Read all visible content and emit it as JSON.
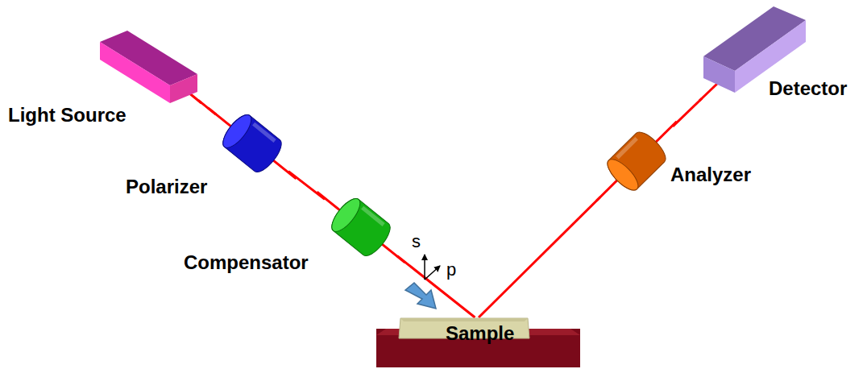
{
  "diagram": {
    "nodes": [
      {
        "text": [
          "Light Source"
        ]
      },
      {
        "text": [
          "Polarizer"
        ]
      },
      {
        "text": [
          "Compensator"
        ]
      },
      {
        "text": [
          "Sample"
        ]
      },
      {
        "text": [
          "Analyzer"
        ]
      },
      {
        "text": [
          "Detector"
        ]
      }
    ],
    "edges": [
      {
        "from": 0,
        "to": 1,
        "arrow": "none"
      },
      {
        "from": 1,
        "to": 2,
        "arrow": "none"
      },
      {
        "from": 2,
        "to": 3,
        "arrow": "none"
      },
      {
        "from": 3,
        "to": 4,
        "arrow": "none"
      },
      {
        "from": 4,
        "to": 5,
        "arrow": "none"
      }
    ],
    "labels": [
      "s",
      "p"
    ]
  }
}
